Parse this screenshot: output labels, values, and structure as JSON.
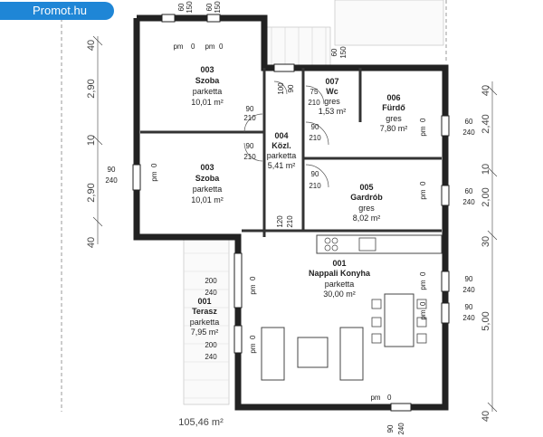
{
  "watermark": "Promot.hu",
  "total_area": "105,46 m²",
  "rooms": [
    {
      "id": "r1",
      "number": "003",
      "name": "Szoba",
      "floor": "parketta",
      "area": "10,01 m²"
    },
    {
      "id": "r2",
      "number": "003",
      "name": "Szoba",
      "floor": "parketta",
      "area": "10,01 m²"
    },
    {
      "id": "r3",
      "number": "007",
      "name": "Wc",
      "floor": "gres",
      "area": "1,53 m²"
    },
    {
      "id": "r4",
      "number": "006",
      "name": "Fürdő",
      "floor": "gres",
      "area": "7,80 m²"
    },
    {
      "id": "r5",
      "number": "004",
      "name": "Közl.",
      "floor": "parketta",
      "area": "5,41 m²"
    },
    {
      "id": "r6",
      "number": "005",
      "name": "Gardrób",
      "floor": "gres",
      "area": "8,02 m²"
    },
    {
      "id": "r7",
      "number": "001",
      "name": "Nappali Konyha",
      "floor": "parketta",
      "area": "30,00 m²"
    },
    {
      "id": "r8",
      "number": "001",
      "name": "Terasz",
      "floor": "parketta",
      "area": "7,95 m²"
    }
  ],
  "left_dims": [
    "40",
    "2,90",
    "10",
    "2,90",
    "40"
  ],
  "right_dims": [
    "40",
    "2,40",
    "10",
    "2,00",
    "30",
    "5,00",
    "40"
  ],
  "openings": [
    {
      "id": "o1",
      "top": "60",
      "bottom": "150"
    },
    {
      "id": "o2",
      "top": "60",
      "bottom": "150"
    },
    {
      "id": "o3",
      "top": "60",
      "bottom": "150"
    },
    {
      "id": "o4",
      "top": "90",
      "bottom": "210"
    },
    {
      "id": "o5",
      "top": "90",
      "bottom": "210"
    },
    {
      "id": "o6",
      "top": "75",
      "bottom": "210"
    },
    {
      "id": "o7",
      "top": "90",
      "bottom": "210"
    },
    {
      "id": "o8",
      "top": "90",
      "bottom": "210"
    },
    {
      "id": "o9",
      "top": "60",
      "bottom": "240"
    },
    {
      "id": "o10",
      "top": "60",
      "bottom": "240"
    },
    {
      "id": "o11",
      "top": "90",
      "bottom": "240"
    },
    {
      "id": "o12",
      "top": "90",
      "bottom": "240"
    },
    {
      "id": "o13",
      "top": "90",
      "bottom": "240"
    },
    {
      "id": "o14",
      "top": "200",
      "bottom": "240"
    },
    {
      "id": "o15",
      "top": "200",
      "bottom": "240"
    },
    {
      "id": "o16",
      "top": "90",
      "bottom": "240"
    }
  ],
  "misc_numbers": [
    "100",
    "90",
    "120",
    "210",
    "60",
    "150"
  ],
  "pm_label": "pm",
  "pm_value": "0"
}
